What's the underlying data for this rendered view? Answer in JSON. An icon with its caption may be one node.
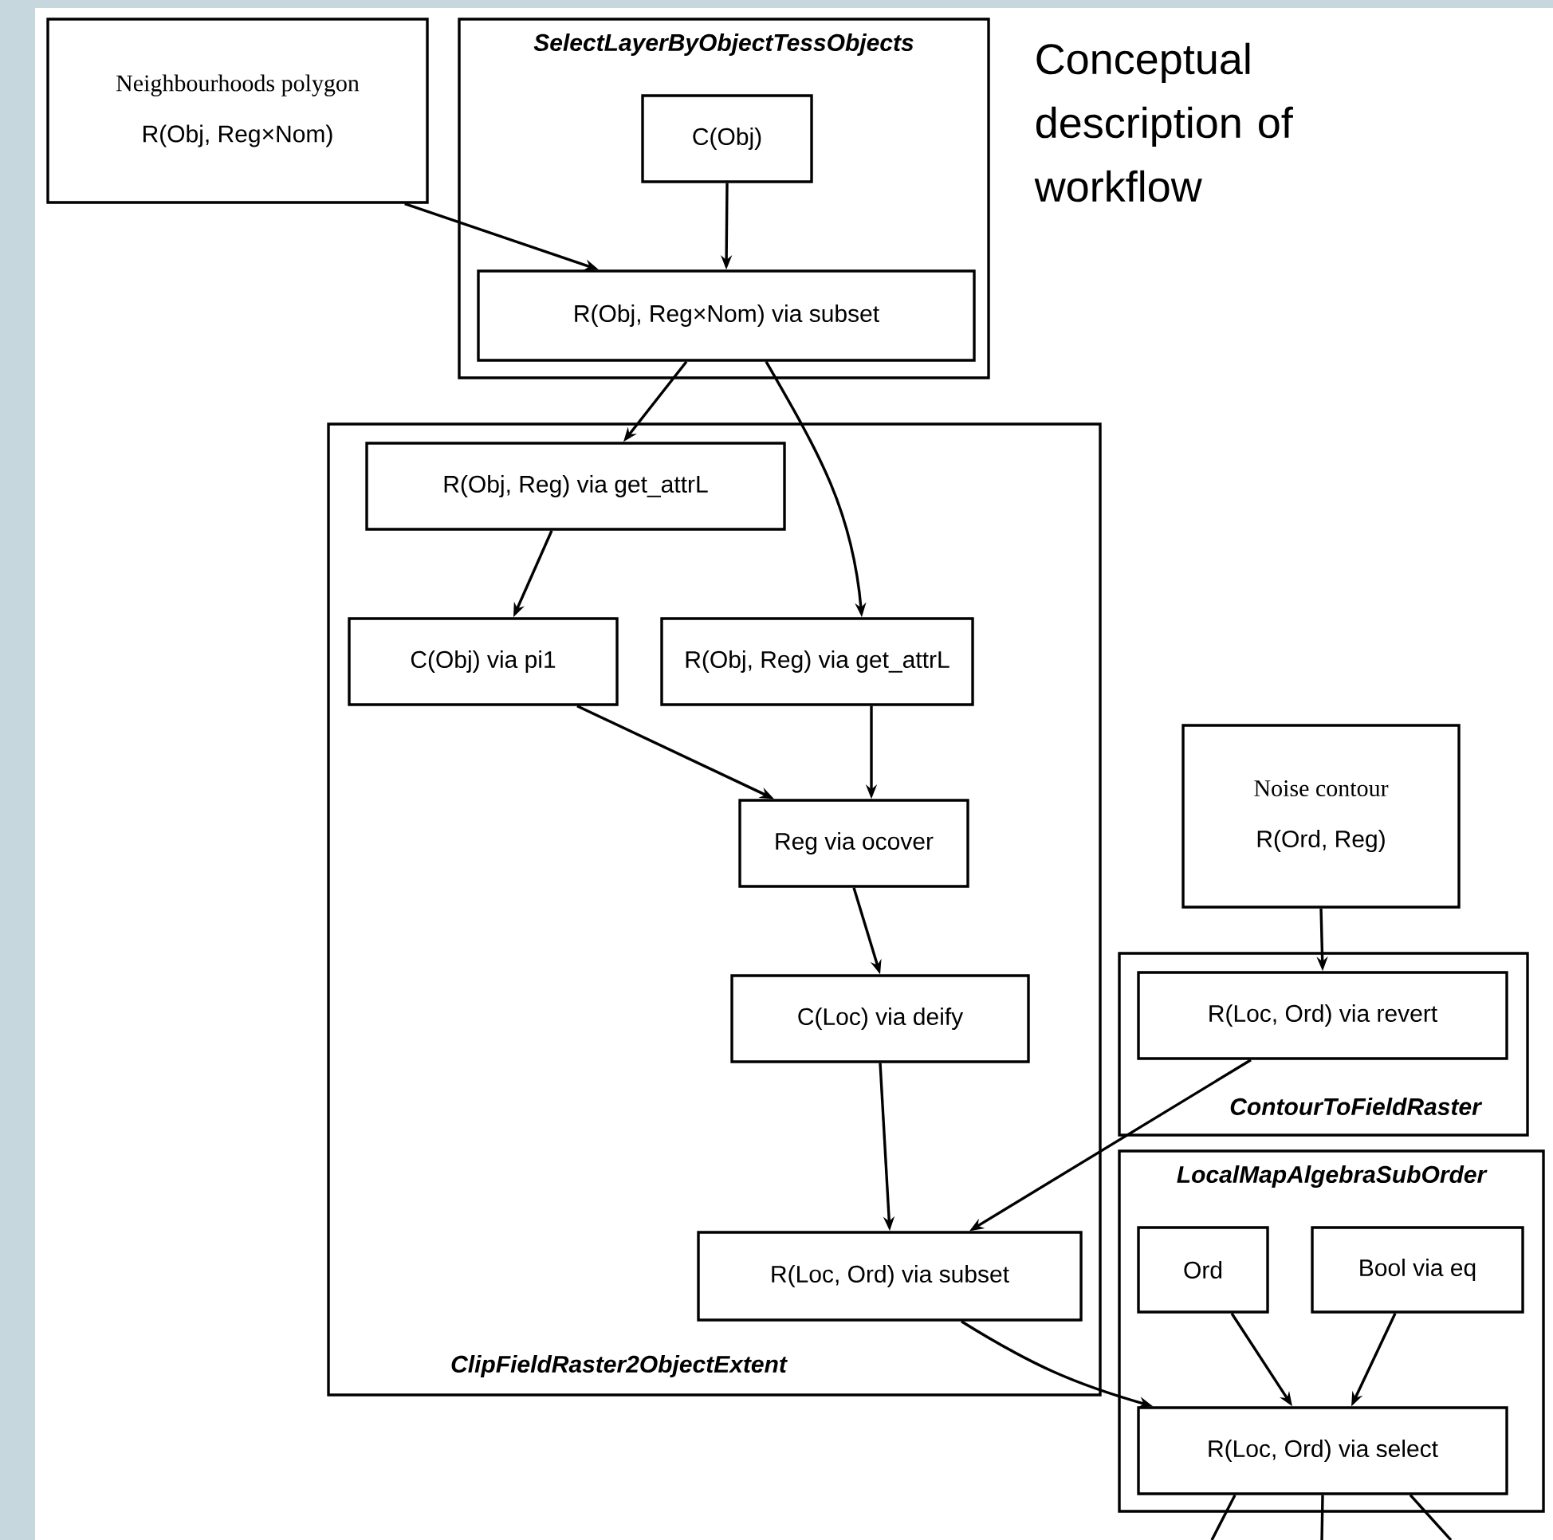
{
  "diagram": {
    "title": "Conceptual description of workflow",
    "nodes": [
      {
        "text": [
          "Neighbourhoods polygon",
          "R(Obj, Reg×Nom)"
        ]
      },
      {
        "text": [
          "SelectLayerByObjectTessObjects"
        ]
      },
      {
        "text": [
          "C(Obj)"
        ],
        "in": 1
      },
      {
        "text": [
          "R(Obj, Reg×Nom) via subset"
        ],
        "in": 1
      },
      {
        "text": [
          "ClipFieldRaster2ObjectExtent"
        ]
      },
      {
        "text": [
          "R(Obj, Reg) via get_attrL"
        ],
        "in": 4
      },
      {
        "text": [
          "C(Obj) via pi1"
        ],
        "in": 4
      },
      {
        "text": [
          "R(Obj, Reg) via get_attrL"
        ],
        "in": 4
      },
      {
        "text": [
          "Reg via ocover"
        ],
        "in": 4
      },
      {
        "text": [
          "C(Loc) via deify"
        ],
        "in": 4
      },
      {
        "text": [
          "R(Loc, Ord) via subset"
        ],
        "in": 4
      },
      {
        "text": [
          "Noise contour",
          "R(Ord, Reg)"
        ]
      },
      {
        "text": [
          "ContourToFieldRaster"
        ]
      },
      {
        "text": [
          "R(Loc, Ord) via revert"
        ],
        "in": 12
      },
      {
        "text": [
          "LocalMapAlgebraSubOrder"
        ]
      },
      {
        "text": [
          "Ord"
        ],
        "in": 14
      },
      {
        "text": [
          "Bool via eq"
        ],
        "in": 14
      },
      {
        "text": [
          "R(Loc, Ord) via select"
        ],
        "in": 14
      }
    ],
    "edges": [
      {
        "from": 0,
        "to": 3,
        "arrow": "to"
      },
      {
        "from": 2,
        "to": 3,
        "arrow": "to"
      },
      {
        "from": 3,
        "to": 5,
        "arrow": "to"
      },
      {
        "from": 3,
        "to": 7,
        "arrow": "to"
      },
      {
        "from": 5,
        "to": 6,
        "arrow": "to"
      },
      {
        "from": 6,
        "to": 8,
        "arrow": "to"
      },
      {
        "from": 7,
        "to": 8,
        "arrow": "to"
      },
      {
        "from": 8,
        "to": 9,
        "arrow": "to"
      },
      {
        "from": 9,
        "to": 10,
        "arrow": "to"
      },
      {
        "from": 13,
        "to": 10,
        "arrow": "to"
      },
      {
        "from": 10,
        "to": 17,
        "arrow": "to"
      },
      {
        "from": 15,
        "to": 17,
        "arrow": "to"
      },
      {
        "from": 16,
        "to": 17,
        "arrow": "to"
      },
      {
        "from": 11,
        "to": 13,
        "arrow": "to"
      },
      {
        "from": 17,
        "to": null,
        "arrow": "none"
      },
      {
        "from": 17,
        "to": null,
        "arrow": "none"
      },
      {
        "from": 17,
        "to": null,
        "arrow": "none"
      }
    ]
  }
}
